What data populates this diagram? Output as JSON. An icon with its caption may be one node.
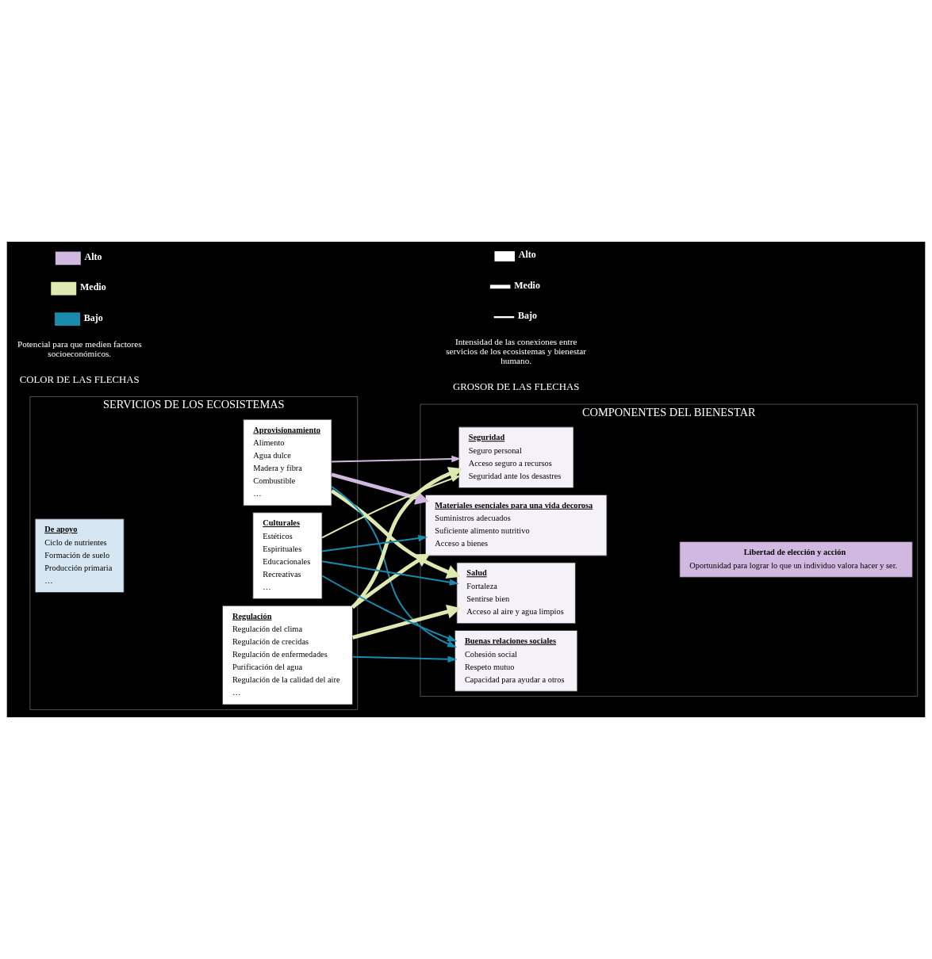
{
  "diagram": {
    "nodes": [
      {
        "text": [
          "SERVICIOS DE LOS ECOSISTEMAS"
        ]
      },
      {
        "text": [
          "De apoyo",
          "Ciclo de nutrientes",
          "Formación de suelo",
          "Producción primaria",
          "…"
        ],
        "in": 0
      },
      {
        "text": [
          "Aprovisionamiento",
          "Alimento",
          "Agua dulce",
          "Madera y fibra",
          "Combustible",
          "…"
        ],
        "in": 0
      },
      {
        "text": [
          "Regulación",
          "Regulación del clima",
          "Regulación de crecidas",
          "Regulación de enfermedades",
          "Purificación del agua",
          "Regulación de la calidad del aire",
          "…"
        ],
        "in": 0
      },
      {
        "text": [
          "Culturales",
          "Estéticos",
          "Espirituales",
          "Educacionales",
          "Recreativas",
          "…"
        ],
        "in": 0
      },
      {
        "text": [
          "COMPONENTES DEL BIENESTAR"
        ]
      },
      {
        "text": [
          "Seguridad",
          "Seguro personal",
          "Acceso seguro a recursos",
          "Seguridad ante los desastres"
        ],
        "in": 5
      },
      {
        "text": [
          "Materiales esenciales para una vida decorosa",
          "Suministros adecuados",
          "Suficiente alimento nutritivo",
          "Acceso a bienes"
        ],
        "in": 5
      },
      {
        "text": [
          "Salud",
          "Fortaleza",
          "Sentirse bien",
          "Acceso al aire y agua limpios"
        ],
        "in": 5
      },
      {
        "text": [
          "Buenas relaciones sociales",
          "Cohesión social",
          "Respeto mutuo",
          "Capacidad para ayudar a otros"
        ],
        "in": 5
      },
      {
        "text": [
          "Libertad de elección y acción",
          "Oportunidad para lograr lo que un individuo valora hacer y ser."
        ],
        "in": 5
      }
    ],
    "edges": [
      {
        "from": 2,
        "to": 6,
        "arrow": "to",
        "color": "#d0b8e0"
      },
      {
        "from": 2,
        "to": 7,
        "arrow": "to",
        "style": "thick",
        "color": "#d0b8e0"
      },
      {
        "from": 2,
        "to": 8,
        "arrow": "to",
        "style": "thick",
        "color": "#dde9b0"
      },
      {
        "from": 2,
        "to": 9,
        "arrow": "to",
        "color": "#1a8aad"
      },
      {
        "from": 3,
        "to": 6,
        "arrow": "to",
        "style": "thick",
        "color": "#dde9b0"
      },
      {
        "from": 3,
        "to": 7,
        "arrow": "to",
        "style": "thick",
        "color": "#dde9b0"
      },
      {
        "from": 3,
        "to": 8,
        "arrow": "to",
        "style": "thick",
        "color": "#dde9b0"
      },
      {
        "from": 3,
        "to": 9,
        "arrow": "to",
        "color": "#1a8aad"
      },
      {
        "from": 4,
        "to": 6,
        "arrow": "to",
        "color": "#dde9b0"
      },
      {
        "from": 4,
        "to": 7,
        "arrow": "to",
        "color": "#1a8aad"
      },
      {
        "from": 4,
        "to": 8,
        "arrow": "to",
        "color": "#1a8aad"
      },
      {
        "from": 4,
        "to": 9,
        "arrow": "to",
        "color": "#1a8aad"
      }
    ],
    "labels": [
      "COLOR DE LAS FLECHAS",
      "Potencial para que medien factores socioeconómicos.",
      "GROSOR DE LAS FLECHAS",
      "Intensidad de las conexiones entre servicios de los ecosistemas y bienestar humano."
    ],
    "legend": [
      {
        "text": "Bajo",
        "color": "#1a8aad"
      },
      {
        "text": "Medio",
        "color": "#dde9b0"
      },
      {
        "text": "Alto",
        "color": "#d0b8e0"
      },
      {
        "text": "Bajo"
      },
      {
        "text": "Medio"
      },
      {
        "text": "Alto"
      }
    ]
  }
}
